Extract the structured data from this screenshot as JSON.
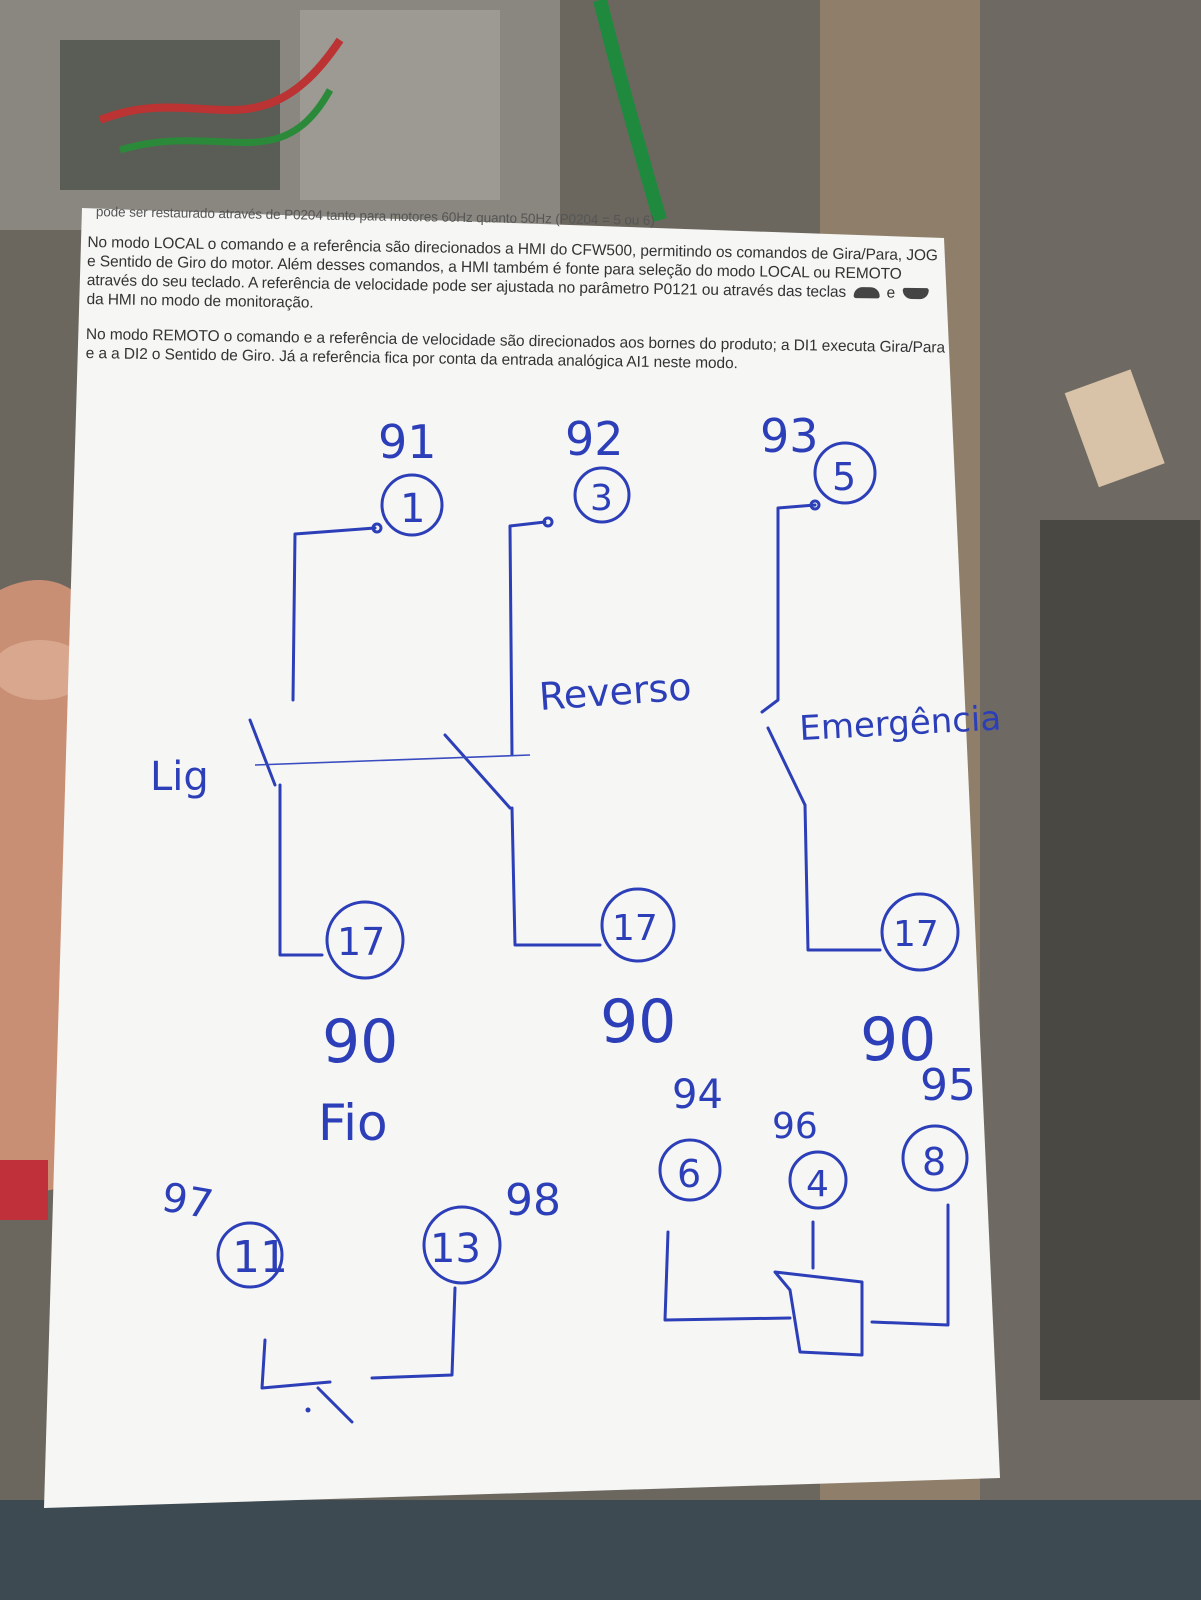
{
  "printed_text": {
    "line_top": "pode ser restaurado através de P0204 tanto para motores 60Hz quanto 50Hz (P0204 = 5 ou 6)",
    "paragraph_local": "No modo LOCAL o comando e a referência são direcionados a HMI do CFW500, permitindo os comandos de Gira/Para, JOG e Sentido de Giro do motor. Além desses comandos, a HMI também é fonte para seleção do modo LOCAL ou REMOTO através do seu teclado. A referência de velocidade pode ser ajustada no parâmetro P0121 ou através das teclas",
    "paragraph_local_mid": "e",
    "paragraph_local_end": "da HMI no modo de monitoração.",
    "paragraph_remote": "No modo REMOTO o comando e a referência de velocidade são direcionados aos bornes do produto; a DI1 executa Gira/Para e a a DI2 o Sentido de Giro. Já a referência fica por conta da entrada analógica AI1 neste modo."
  },
  "handwriting": {
    "wire_top_1": "91",
    "wire_top_2": "92",
    "wire_top_3": "93",
    "terminal_top_1": "1",
    "terminal_top_2": "3",
    "terminal_top_3": "5",
    "label_start": "Lig",
    "label_reverse": "Reverso",
    "label_emergency": "Emergência",
    "terminal_bottom_1": "17",
    "terminal_bottom_2": "17",
    "terminal_bottom_3": "17",
    "wire_bottom_1": "90",
    "wire_bottom_2": "90",
    "wire_bottom_3": "90",
    "label_wire": "Fio",
    "wire_97": "97",
    "wire_98": "98",
    "terminal_11": "11",
    "terminal_13": "13",
    "wire_94": "94",
    "wire_96": "96",
    "wire_95": "95",
    "terminal_6": "6",
    "terminal_4": "4",
    "terminal_8": "8"
  },
  "colors": {
    "ink": "#2c3fb8",
    "paper": "#f6f6f4",
    "print": "#333333"
  }
}
